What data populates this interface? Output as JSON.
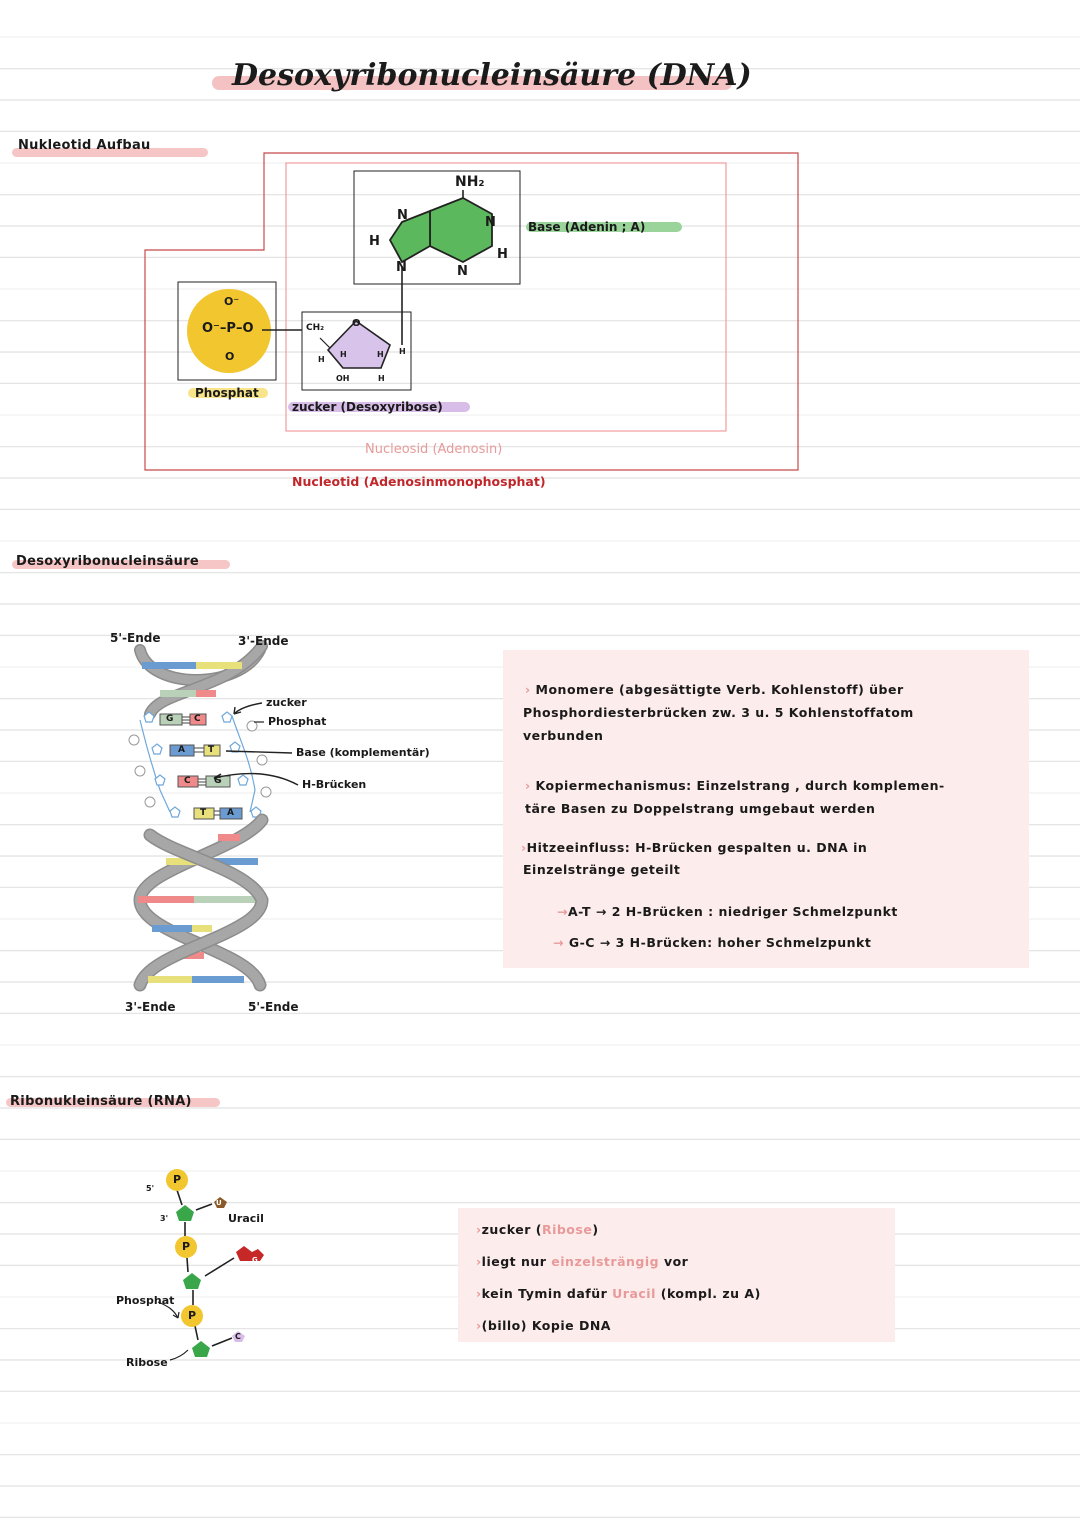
{
  "title": "Desoxyribonucleinsäure (DNA)",
  "nucleotide": {
    "heading": "Nukleotid Aufbau",
    "phosphate_label": "Phosphat",
    "phosphate_formula": {
      "o_top": "O⁻",
      "p_row": "O⁻–P–O",
      "o_bottom": "O"
    },
    "sugar_label": "zucker (Desoxyribose)",
    "base_label": "Base (Adenin ; A)",
    "base_nh2": "NH₂",
    "nucleoside_label": "Nucleosid (Adenosin)",
    "nucleotide_label": "Nucleotid (Adenosinmonophosphat)",
    "sugar_atoms": {
      "ch2": "CH₂",
      "o": "O",
      "oh": "OH",
      "h": "H"
    }
  },
  "dna": {
    "heading": "Desoxyribonucleinsäure",
    "end_5_top": "5'-Ende",
    "end_3_top": "3'-Ende",
    "end_3_bottom": "3'-Ende",
    "end_5_bottom": "5'-Ende",
    "label_zucker": "zucker",
    "label_phosphat": "Phosphat",
    "label_base": "Base (komplementär)",
    "label_hbruecken": "H-Brücken",
    "pairs": [
      {
        "left": "G",
        "right": "C"
      },
      {
        "left": "A",
        "right": "T"
      },
      {
        "left": "C",
        "right": "G"
      },
      {
        "left": "T",
        "right": "A"
      }
    ],
    "notes": [
      "Monomere (abgesättigte Verb. Kohlenstoff) über",
      "Phosphordiesterbrücken zw. 3 u. 5 Kohlenstoffatom",
      "verbunden",
      "Kopiermechanismus: Einzelstrang , durch komplemen-",
      "täre Basen zu Doppelstrang umgebaut werden",
      "Hitzeeinfluss: H-Brücken gespalten u. DNA in",
      "Einzelstränge geteilt",
      "A-T → 2 H-Brücken : niedriger Schmelzpunkt",
      "G-C → 3 H-Brücken: hoher Schmelzpunkt"
    ]
  },
  "rna": {
    "heading": "Ribonukleinsäure (RNA)",
    "label_5": "5'",
    "label_3": "3'",
    "label_uracil": "Uracil",
    "label_phosphat": "Phosphat",
    "label_ribose": "Ribose",
    "p": "P",
    "bases": [
      "U",
      "G",
      "C"
    ],
    "notes": [
      {
        "pre": "zucker (",
        "hl": "Ribose",
        "post": ")"
      },
      {
        "pre": "liegt nur ",
        "hl": "einzelsträngig",
        "post": " vor"
      },
      {
        "pre": "kein Tymin dafür ",
        "hl": "Uracil",
        "post": " (kompl. zu A)"
      },
      {
        "pre": "(billo) Kopie DNA",
        "hl": "",
        "post": ""
      }
    ]
  },
  "colors": {
    "highlight_pink": "#f6c6c6",
    "adenine_green": "#5cb85c",
    "phosphate_yellow": "#f2c62f",
    "sugar_violet": "#b58ad0",
    "frame_red": "#d9534f",
    "note_bg": "#fdecec"
  }
}
